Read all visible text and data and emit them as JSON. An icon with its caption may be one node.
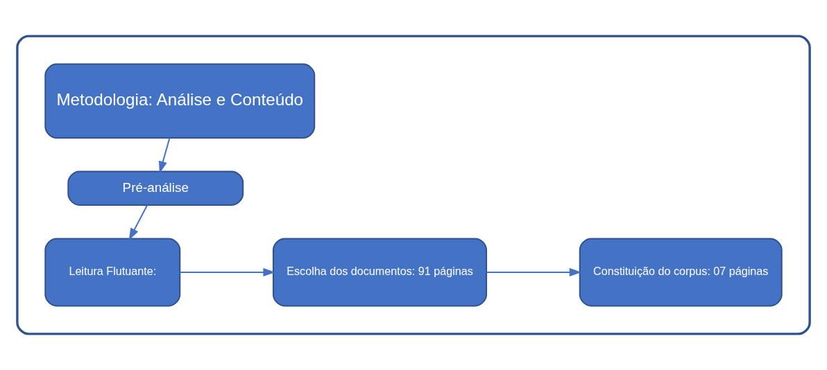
{
  "diagram": {
    "nodes": [
      {
        "text": [],
        "shape": "box"
      },
      {
        "text": [
          "Metodologia: Análise e Conteúdo"
        ],
        "in": 0
      },
      {
        "text": [
          "Pré-análise"
        ],
        "in": 0
      },
      {
        "text": [
          "Leitura Flutuante:"
        ],
        "in": 0
      },
      {
        "text": [
          "Escolha dos documentos: 91 páginas"
        ],
        "in": 0
      },
      {
        "text": [
          "Constituição do corpus: 07 páginas"
        ],
        "in": 0
      }
    ],
    "edges": [
      {
        "from": 1,
        "to": 2,
        "arrow": "to"
      },
      {
        "from": 2,
        "to": 3,
        "arrow": "to"
      },
      {
        "from": 3,
        "to": 4,
        "arrow": "to"
      },
      {
        "from": 4,
        "to": 5,
        "arrow": "to"
      }
    ]
  }
}
